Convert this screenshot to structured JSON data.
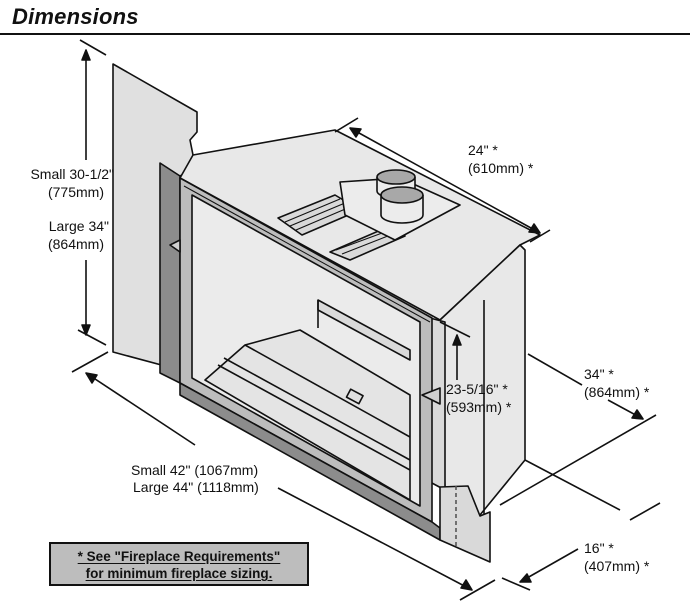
{
  "header": {
    "title": "Dimensions"
  },
  "dimensions": {
    "height": {
      "small": "Small 30-1/2\"",
      "small_mm": "(775mm)",
      "large": "Large 34\"",
      "large_mm": "(864mm)"
    },
    "depth_top": {
      "in": "24\"  *",
      "mm": "(610mm) *"
    },
    "side_height": {
      "in": "23-5/16\" *",
      "mm": "(593mm) *"
    },
    "rear_width": {
      "in": "34\" *",
      "mm": "(864mm) *"
    },
    "front_width": {
      "small": "Small 42\"  (1067mm)",
      "large": "Large 44\" (1118mm)"
    },
    "side_depth": {
      "in": "16\" *",
      "mm": "(407mm) *"
    }
  },
  "note": {
    "line1": "* See \"Fireplace Requirements\"",
    "line2": "for minimum fireplace sizing."
  },
  "colors": {
    "ink": "#111111",
    "face_light": "#e8e8e8",
    "face_mid": "#d9d9d9",
    "frame": "#bdbdbd",
    "frame_dark": "#8c8c8c",
    "note_bg": "#bdbdbd"
  }
}
